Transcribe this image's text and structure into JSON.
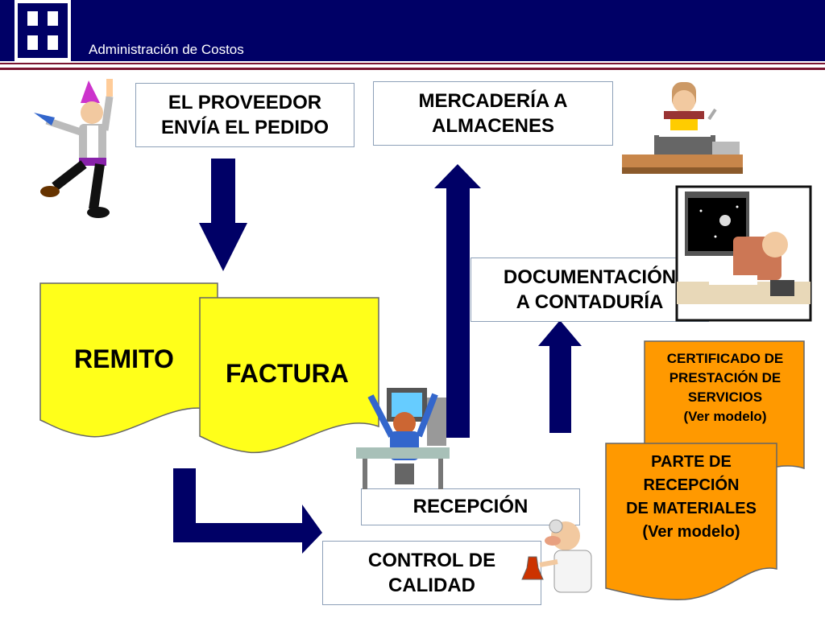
{
  "header": {
    "title": "Administración de Costos",
    "brand_color": "#000066",
    "accent_color": "#7a1530"
  },
  "boxes": {
    "proveedor": [
      "EL PROVEEDOR",
      "ENVÍA EL PEDIDO"
    ],
    "mercaderia": [
      "MERCADERÍA A",
      "ALMACENES"
    ],
    "documentacion": [
      "DOCUMENTACIÓN",
      "A CONTADURÍA"
    ],
    "recepcion": "RECEPCIÓN",
    "control": [
      "CONTROL DE",
      "CALIDAD"
    ]
  },
  "documents": {
    "remito": "REMITO",
    "factura": "FACTURA",
    "certificado": [
      "CERTIFICADO DE",
      "PRESTACIÓN DE",
      "SERVICIOS",
      "(Ver modelo)"
    ],
    "parte": [
      "PARTE DE",
      "RECEPCIÓN",
      "DE MATERIALES",
      "(Ver modelo)"
    ]
  },
  "colors": {
    "doc_yellow": "#ffff1a",
    "doc_orange": "#ff9900",
    "arrow_navy": "#000066"
  }
}
